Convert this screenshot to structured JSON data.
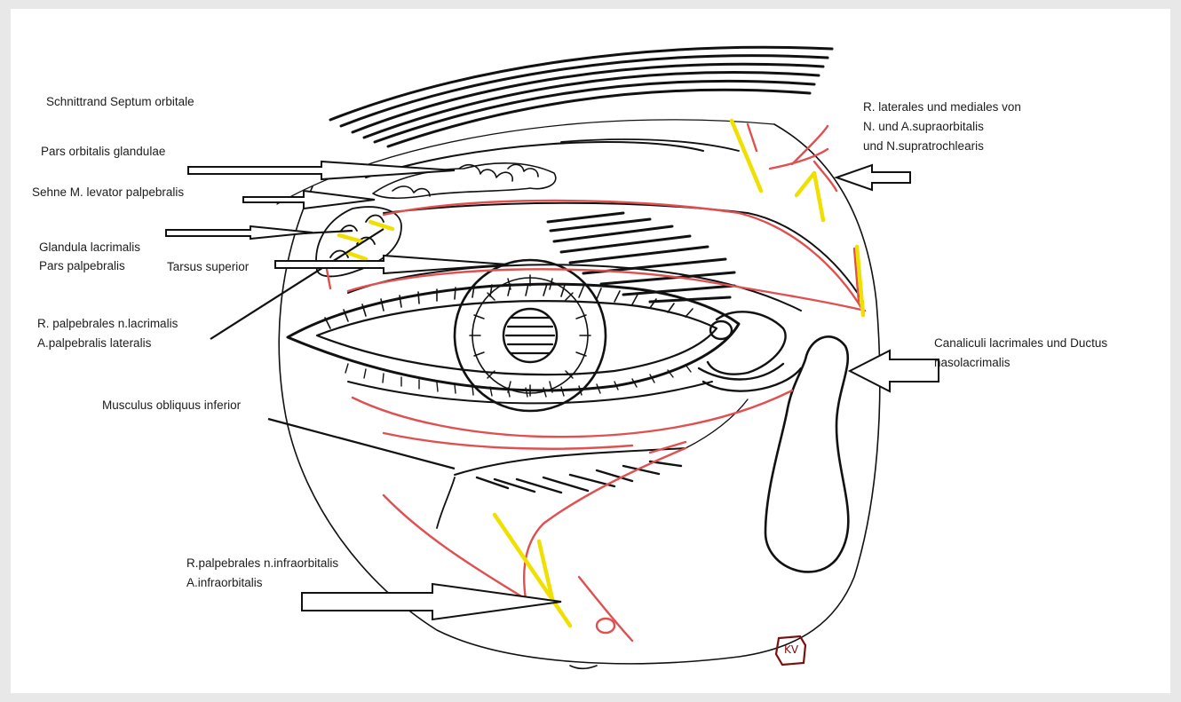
{
  "labels": {
    "schnittrand": "Schnittrand Septum orbitale",
    "pars_orbitalis": "Pars orbitalis glandulae",
    "sehne": "Sehne M. levator palpebralis",
    "glandula_1": "Glandula lacrimalis",
    "glandula_2": "Pars palpebralis",
    "tarsus": "Tarsus superior",
    "r_palpebrales_1": "R. palpebrales n.lacrimalis",
    "r_palpebrales_2": "A.palpebralis lateralis",
    "obliquus": "Musculus obliquus inferior",
    "infraorbitalis_1": "R.palpebrales n.infraorbitalis",
    "infraorbitalis_2": "A.infraorbitalis",
    "laterales_1": "R. laterales und mediales von",
    "laterales_2": "N. und A.supraorbitalis",
    "laterales_3": "und N.supratrochlearis",
    "canaliculi_1": "Canaliculi lacrimales und Ductus",
    "canaliculi_2": "nasolacrimalis"
  },
  "signature": "KV",
  "colors": {
    "ink": "#111111",
    "vessel": "#e05050",
    "nerve": "#f0e000",
    "signature": "#7a1010"
  },
  "icons": {
    "pointer": "outlined-arrow",
    "leader": "leader-line"
  }
}
